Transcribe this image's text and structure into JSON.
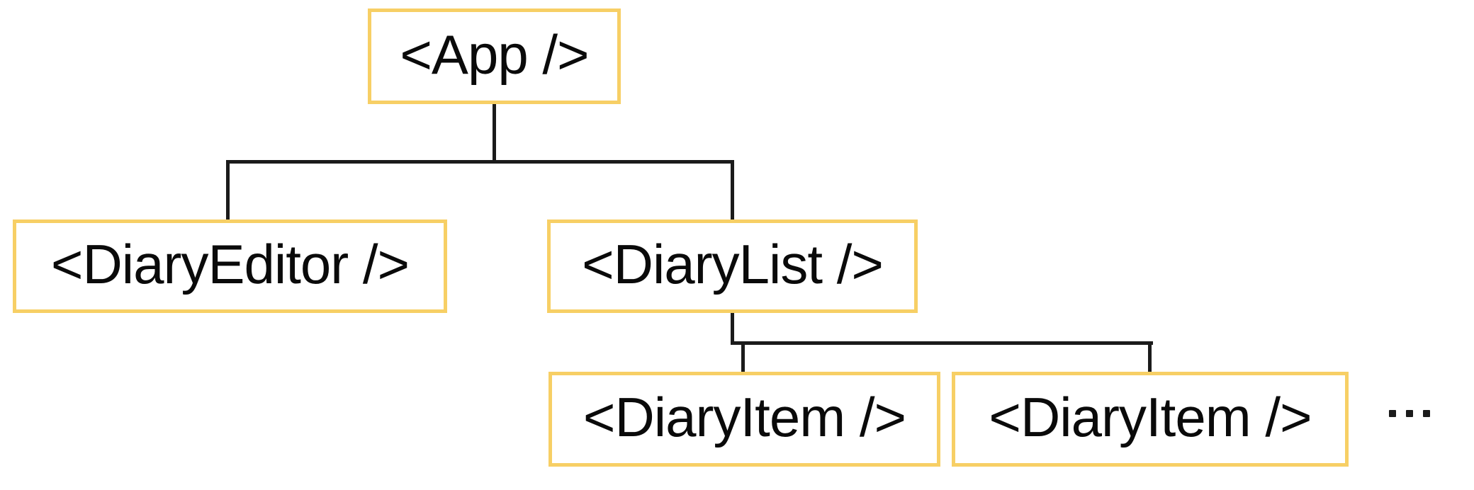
{
  "diagram": {
    "nodes": {
      "app": {
        "label": "<App />"
      },
      "diary_editor": {
        "label": "<DiaryEditor />"
      },
      "diary_list": {
        "label": "<DiaryList />"
      },
      "diary_item_1": {
        "label": "<DiaryItem />"
      },
      "diary_item_2": {
        "label": "<DiaryItem />"
      }
    },
    "edges": [
      [
        "app",
        "diary_editor"
      ],
      [
        "app",
        "diary_list"
      ],
      [
        "diary_list",
        "diary_item_1"
      ],
      [
        "diary_list",
        "diary_item_2"
      ],
      [
        "diary_list",
        "more_items"
      ]
    ],
    "more_items_indicator": "…",
    "colors": {
      "node_border": "#F7CF65",
      "node_fill": "#FFFFFF",
      "connector": "#1B1B1B",
      "label_text": "#0A0A0A",
      "background": "#FFFFFF"
    }
  }
}
